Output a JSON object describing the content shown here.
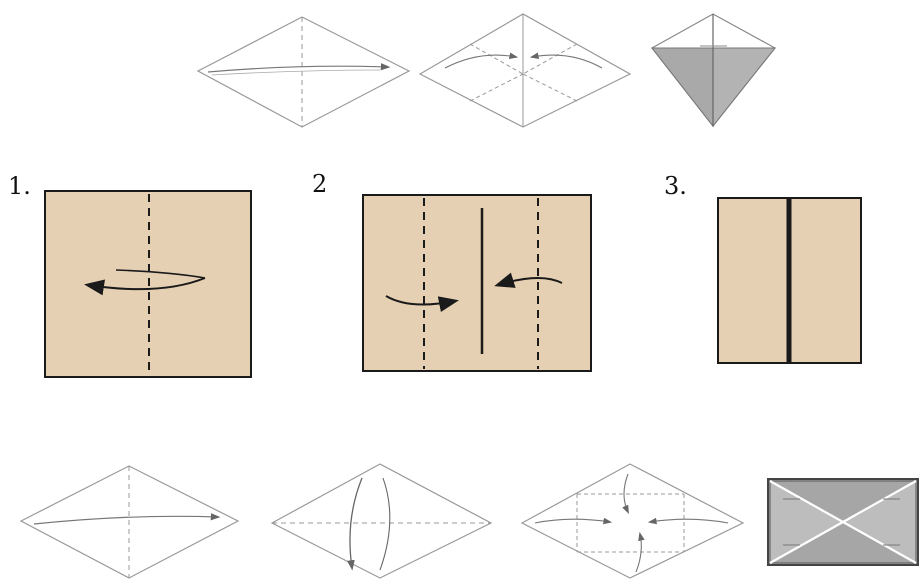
{
  "steps": [
    {
      "label": "1."
    },
    {
      "label": "2"
    },
    {
      "label": "3."
    }
  ],
  "watermark": "",
  "colors": {
    "paper_tan": "#e6d0b3",
    "paper_white": "#ffffff",
    "shade_gray": "#a9a9a9",
    "envelope_gray": "#b0b0b0",
    "ink": "#1a1a1a",
    "watermark_red": "#e34a4a"
  },
  "icons": [
    "fold-arrow-icon",
    "dashed-fold-line",
    "diamond-paper",
    "square-paper",
    "envelope-result"
  ]
}
